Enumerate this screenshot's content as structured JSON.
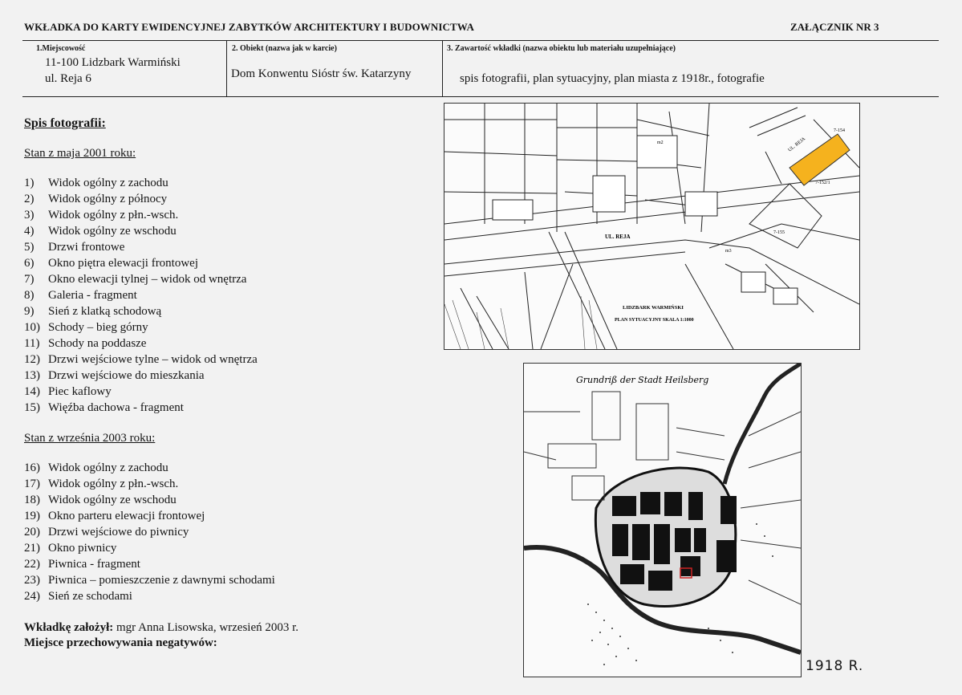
{
  "header": {
    "title": "WKŁADKA DO KARTY EWIDENCYJNEJ ZABYTKÓW ARCHITEKTURY I BUDOWNICTWA",
    "annex": "ZAŁĄCZNIK NR 3"
  },
  "fields": {
    "location": {
      "label": "1.Miejscowość",
      "line1": "11-100 Lidzbark Warmiński",
      "line2": "ul. Reja 6"
    },
    "object": {
      "label": "2. Obiekt (nazwa jak w karcie)",
      "value": "Dom Konwentu Sióstr św. Katarzyny"
    },
    "contents": {
      "label": "3. Zawartość wkładki (nazwa obiektu lub materiału uzupełniające)",
      "value": "spis fotografii, plan sytuacyjny, plan miasta z 1918r., fotografie"
    }
  },
  "photos": {
    "heading": "Spis fotografii:",
    "group1_title": "Stan z maja 2001 roku:",
    "group1": [
      {
        "num": "1)",
        "text": "Widok ogólny z zachodu"
      },
      {
        "num": "2)",
        "text": "Widok ogólny z północy"
      },
      {
        "num": "3)",
        "text": "Widok ogólny z płn.-wsch."
      },
      {
        "num": "4)",
        "text": "Widok ogólny ze wschodu"
      },
      {
        "num": "5)",
        "text": "Drzwi frontowe"
      },
      {
        "num": "6)",
        "text": "Okno piętra elewacji frontowej"
      },
      {
        "num": "7)",
        "text": "Okno elewacji tylnej – widok od wnętrza"
      },
      {
        "num": "8)",
        "text": "Galeria - fragment"
      },
      {
        "num": "9)",
        "text": "Sień z klatką schodową"
      },
      {
        "num": "10)",
        "text": "Schody – bieg górny"
      },
      {
        "num": "11)",
        "text": "Schody na poddasze"
      },
      {
        "num": "12)",
        "text": "Drzwi wejściowe tylne – widok od wnętrza"
      },
      {
        "num": "13)",
        "text": "Drzwi wejściowe do mieszkania"
      },
      {
        "num": "14)",
        "text": "Piec kaflowy"
      },
      {
        "num": "15)",
        "text": "Więźba dachowa - fragment"
      }
    ],
    "group2_title": "Stan z września 2003 roku:",
    "group2": [
      {
        "num": "16)",
        "text": "Widok ogólny z zachodu"
      },
      {
        "num": "17)",
        "text": "Widok ogólny z płn.-wsch."
      },
      {
        "num": "18)",
        "text": "Widok ogólny ze wschodu"
      },
      {
        "num": "19)",
        "text": "Okno parteru elewacji frontowej"
      },
      {
        "num": "20)",
        "text": "Drzwi wejściowe do piwnicy"
      },
      {
        "num": "21)",
        "text": "Okno piwnicy"
      },
      {
        "num": "22)",
        "text": "Piwnica - fragment"
      },
      {
        "num": "23)",
        "text": "Piwnica – pomieszczenie z dawnymi schodami"
      },
      {
        "num": "24)",
        "text": "Sień ze schodami"
      }
    ]
  },
  "footer": {
    "author_label": "Wkładkę założył:",
    "author_value": "mgr Anna Lisowska, wrzesień  2003 r.",
    "storage_label": "Miejsce przechowywania negatywów:"
  },
  "site_plan": {
    "street": "UL. REJA",
    "street_vertical": "UL. REJA",
    "title_line1": "LIDZBARK WARMIŃSKI",
    "title_line2": "PLAN SYTUACYJNY  SKALA 1:1000",
    "highlight_color": "#f5b21e",
    "parcel_labels": [
      "7-152/1",
      "7-155",
      "7-154",
      "m3",
      "m2"
    ]
  },
  "city_plan": {
    "title": "Grundriß der Stadt Heilsberg",
    "year_note": "1918 R."
  }
}
